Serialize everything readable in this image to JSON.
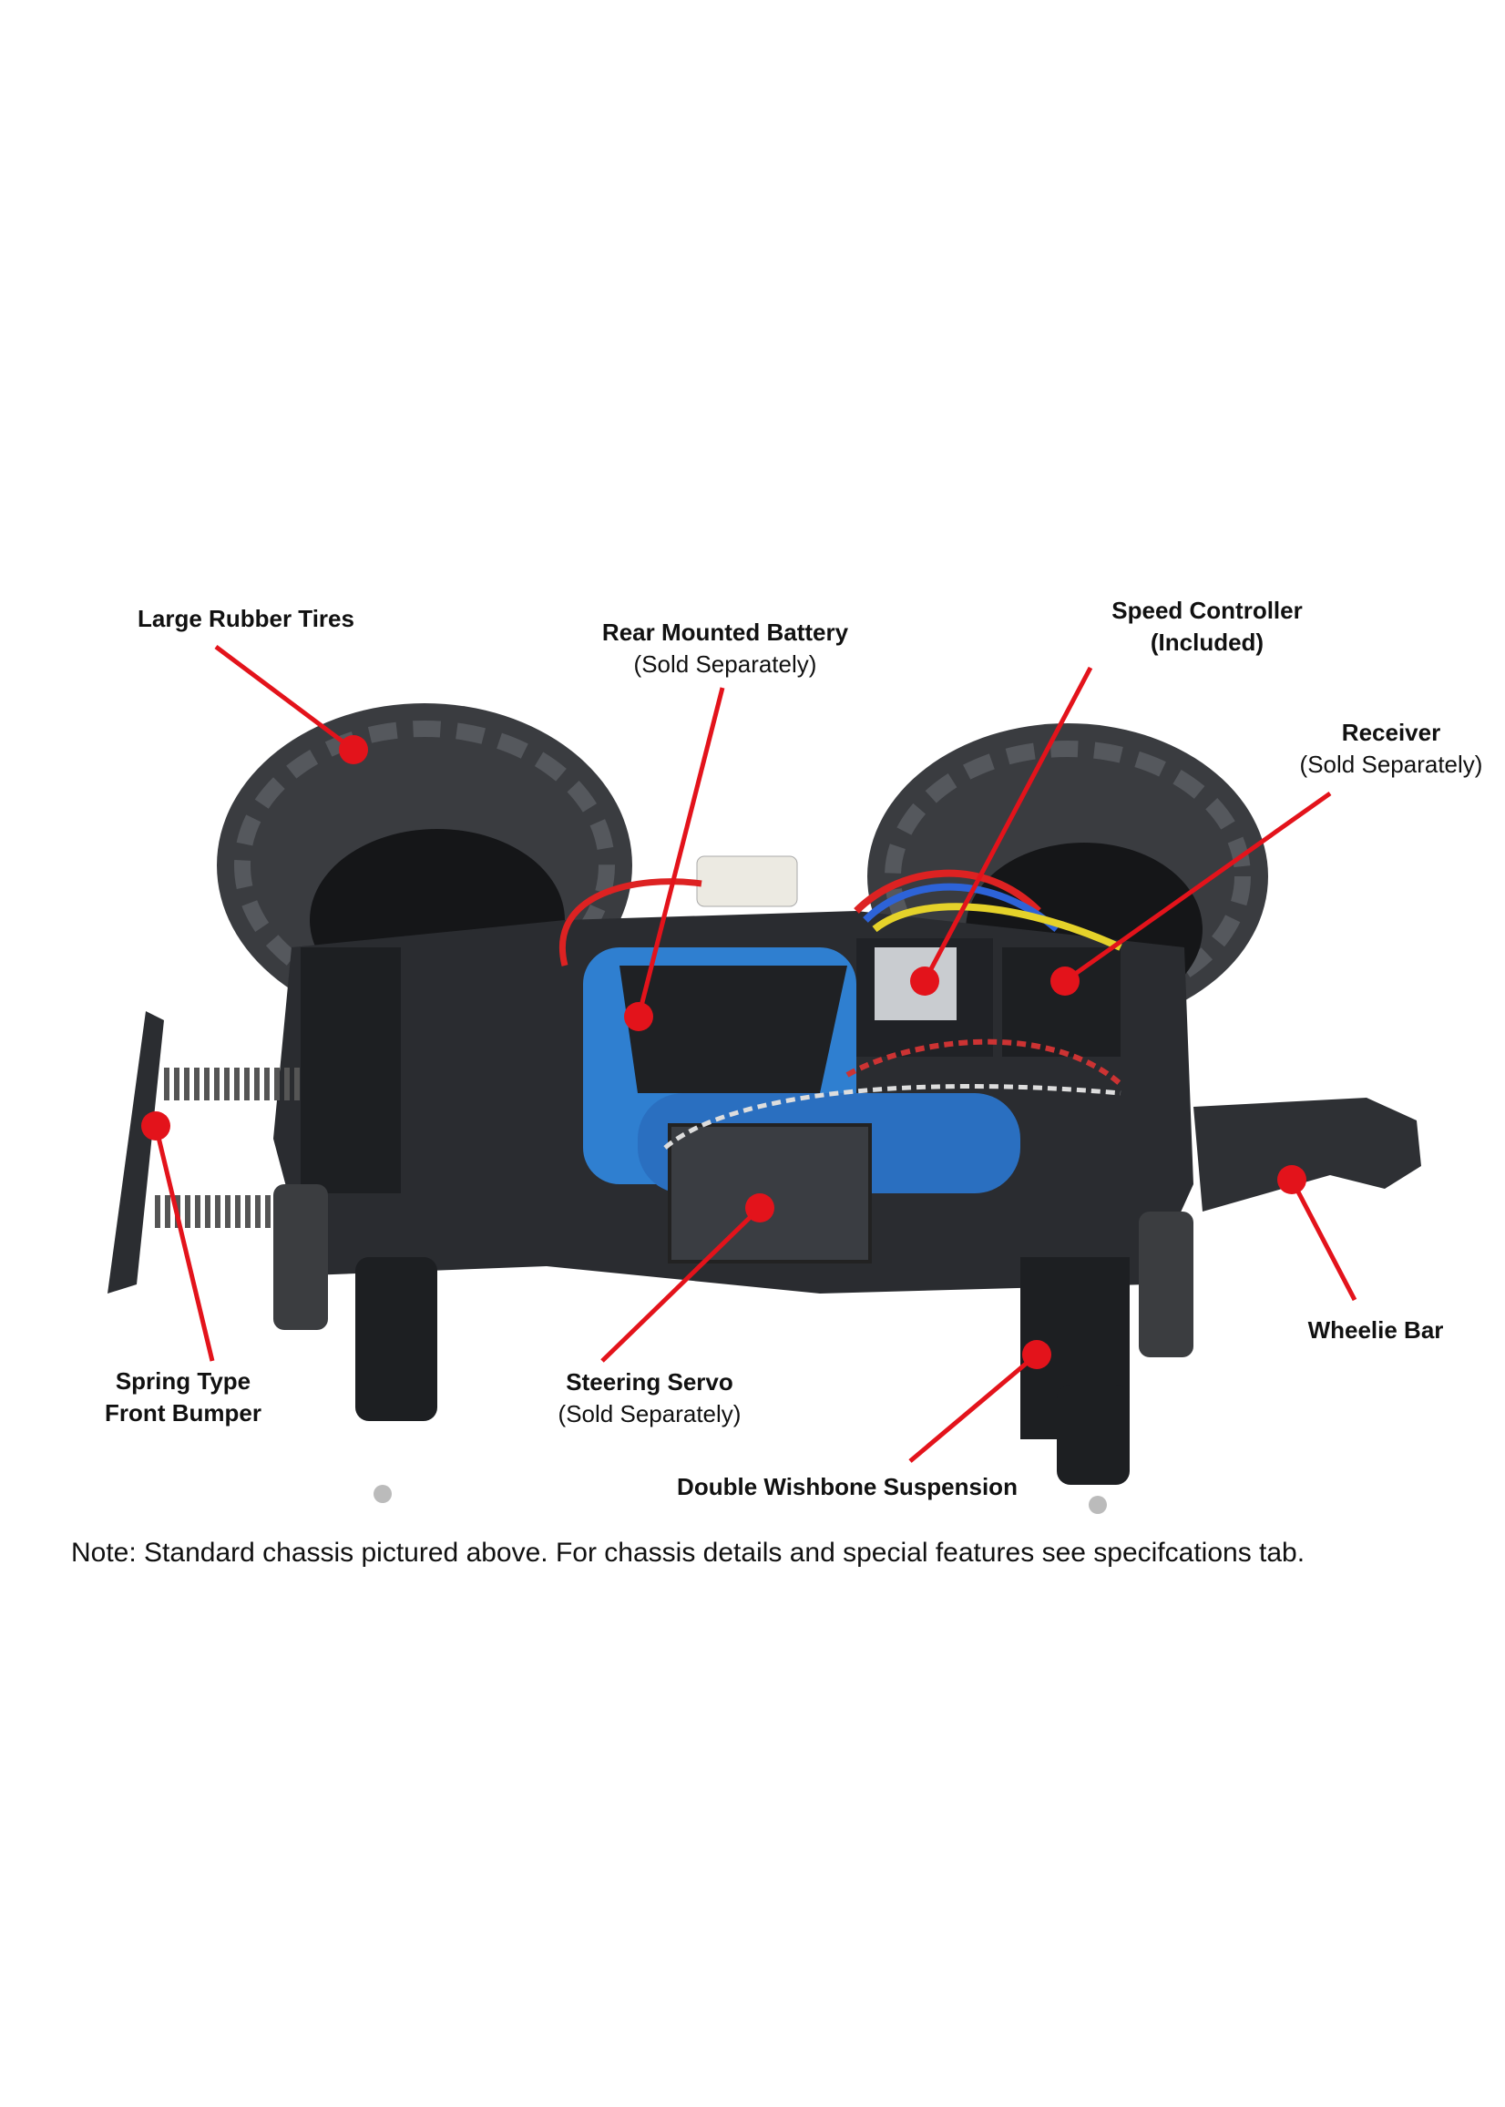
{
  "callouts": {
    "tires": {
      "title": "Large Rubber Tires"
    },
    "battery": {
      "title": "Rear Mounted Battery",
      "sub": "(Sold Separately)"
    },
    "speed_controller": {
      "title": "Speed Controller",
      "sub": "(Included)"
    },
    "receiver": {
      "title": "Receiver",
      "sub": "(Sold Separately)"
    },
    "wheelie_bar": {
      "title": "Wheelie Bar"
    },
    "suspension": {
      "title": "Double Wishbone Suspension"
    },
    "servo": {
      "title": "Steering Servo",
      "sub": "(Sold Separately)"
    },
    "bumper": {
      "title": "Spring Type",
      "title2": "Front Bumper"
    }
  },
  "note": "Note: Standard chassis pictured above. For chassis details and special features see specifcations tab.",
  "colors": {
    "callout": "#e3131b",
    "battery": "#2f7fd0",
    "chassis": "#2a2c30"
  }
}
